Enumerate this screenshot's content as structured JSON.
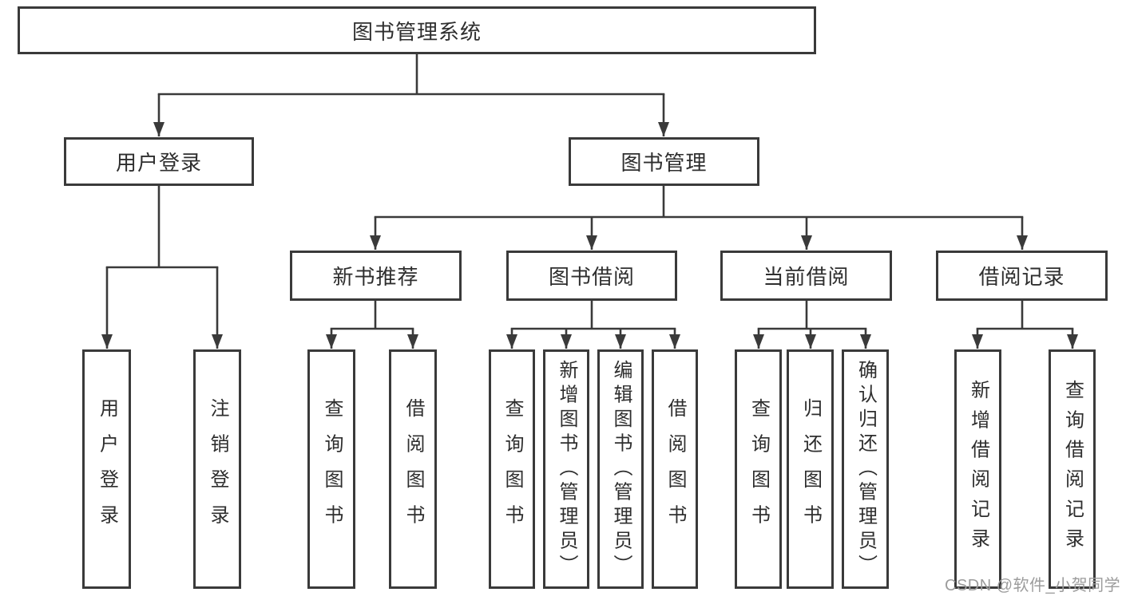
{
  "tree": {
    "label": "图书管理系统",
    "children": [
      {
        "label": "用户登录",
        "children": [
          {
            "label": "用户登录"
          },
          {
            "label": "注销登录"
          }
        ]
      },
      {
        "label": "图书管理",
        "children": [
          {
            "label": "新书推荐",
            "children": [
              {
                "label": "查询图书"
              },
              {
                "label": "借阅图书"
              }
            ]
          },
          {
            "label": "图书借阅",
            "children": [
              {
                "label": "查询图书"
              },
              {
                "label": "新增图书（管理员）"
              },
              {
                "label": "编辑图书（管理员）"
              },
              {
                "label": "借阅图书"
              }
            ]
          },
          {
            "label": "当前借阅",
            "children": [
              {
                "label": "查询图书"
              },
              {
                "label": "归还图书"
              },
              {
                "label": "确认归还（管理员）"
              }
            ]
          },
          {
            "label": "借阅记录",
            "children": [
              {
                "label": "新增借阅记录"
              },
              {
                "label": "查询借阅记录"
              }
            ]
          }
        ]
      }
    ]
  },
  "watermark": {
    "text": "CSDN @软件_小贺同学"
  },
  "colors": {
    "line": "#3a3a3a",
    "text": "#2e2e2e",
    "box_background": "#ffffff",
    "watermark": "#9c9c9c"
  }
}
